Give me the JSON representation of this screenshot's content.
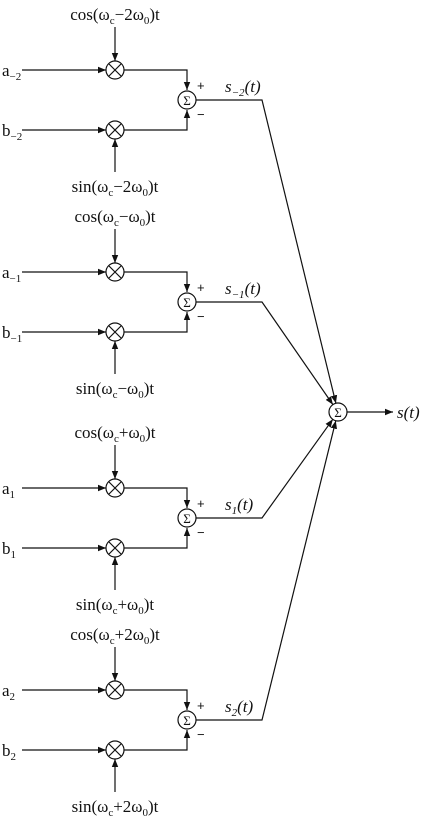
{
  "stages": [
    {
      "id": "m2",
      "cos_label": [
        {
          "t": "cos(ω"
        },
        {
          "t": "c",
          "sub": true
        },
        {
          "t": "−2ω"
        },
        {
          "t": "0",
          "sub": true
        },
        {
          "t": ")t"
        }
      ],
      "sin_label": [
        {
          "t": "sin(ω"
        },
        {
          "t": "c",
          "sub": true
        },
        {
          "t": "−2ω"
        },
        {
          "t": "0",
          "sub": true
        },
        {
          "t": ")t"
        }
      ],
      "a_label": [
        {
          "t": "a"
        },
        {
          "t": "−2",
          "sub": true
        }
      ],
      "b_label": [
        {
          "t": "b"
        },
        {
          "t": "−2",
          "sub": true
        }
      ],
      "s_label": [
        {
          "t": "s"
        },
        {
          "t": "−2",
          "sub": true
        },
        {
          "t": "(t)"
        }
      ],
      "plus": "+",
      "minus": "−"
    },
    {
      "id": "m1",
      "cos_label": [
        {
          "t": "cos(ω"
        },
        {
          "t": "c",
          "sub": true
        },
        {
          "t": "−ω"
        },
        {
          "t": "0",
          "sub": true
        },
        {
          "t": ")t"
        }
      ],
      "sin_label": [
        {
          "t": "sin(ω"
        },
        {
          "t": "c",
          "sub": true
        },
        {
          "t": "−ω"
        },
        {
          "t": "0",
          "sub": true
        },
        {
          "t": ")t"
        }
      ],
      "a_label": [
        {
          "t": "a"
        },
        {
          "t": "−1",
          "sub": true
        }
      ],
      "b_label": [
        {
          "t": "b"
        },
        {
          "t": "−1",
          "sub": true
        }
      ],
      "s_label": [
        {
          "t": "s"
        },
        {
          "t": "−1",
          "sub": true
        },
        {
          "t": "(t)"
        }
      ],
      "plus": "+",
      "minus": "−"
    },
    {
      "id": "p1",
      "cos_label": [
        {
          "t": "cos(ω"
        },
        {
          "t": "c",
          "sub": true
        },
        {
          "t": "+ω"
        },
        {
          "t": "0",
          "sub": true
        },
        {
          "t": ")t"
        }
      ],
      "sin_label": [
        {
          "t": "sin(ω"
        },
        {
          "t": "c",
          "sub": true
        },
        {
          "t": "+ω"
        },
        {
          "t": "0",
          "sub": true
        },
        {
          "t": ")t"
        }
      ],
      "a_label": [
        {
          "t": "a"
        },
        {
          "t": "1",
          "sub": true
        }
      ],
      "b_label": [
        {
          "t": "b"
        },
        {
          "t": "1",
          "sub": true
        }
      ],
      "s_label": [
        {
          "t": "s"
        },
        {
          "t": "1",
          "sub": true
        },
        {
          "t": "(t)"
        }
      ],
      "plus": "+",
      "minus": "−"
    },
    {
      "id": "p2",
      "cos_label": [
        {
          "t": "cos(ω"
        },
        {
          "t": "c",
          "sub": true
        },
        {
          "t": "+2ω"
        },
        {
          "t": "0",
          "sub": true
        },
        {
          "t": ")t"
        }
      ],
      "sin_label": [
        {
          "t": "sin(ω"
        },
        {
          "t": "c",
          "sub": true
        },
        {
          "t": "+2ω"
        },
        {
          "t": "0",
          "sub": true
        },
        {
          "t": ")t"
        }
      ],
      "a_label": [
        {
          "t": "a"
        },
        {
          "t": "2",
          "sub": true
        }
      ],
      "b_label": [
        {
          "t": "b"
        },
        {
          "t": "2",
          "sub": true
        }
      ],
      "s_label": [
        {
          "t": "s"
        },
        {
          "t": "2",
          "sub": true
        },
        {
          "t": "(t)"
        }
      ],
      "plus": "+",
      "minus": "−"
    }
  ],
  "sum_symbol": "Σ",
  "multiply_symbol": "⊗",
  "output_label": "s(t)"
}
